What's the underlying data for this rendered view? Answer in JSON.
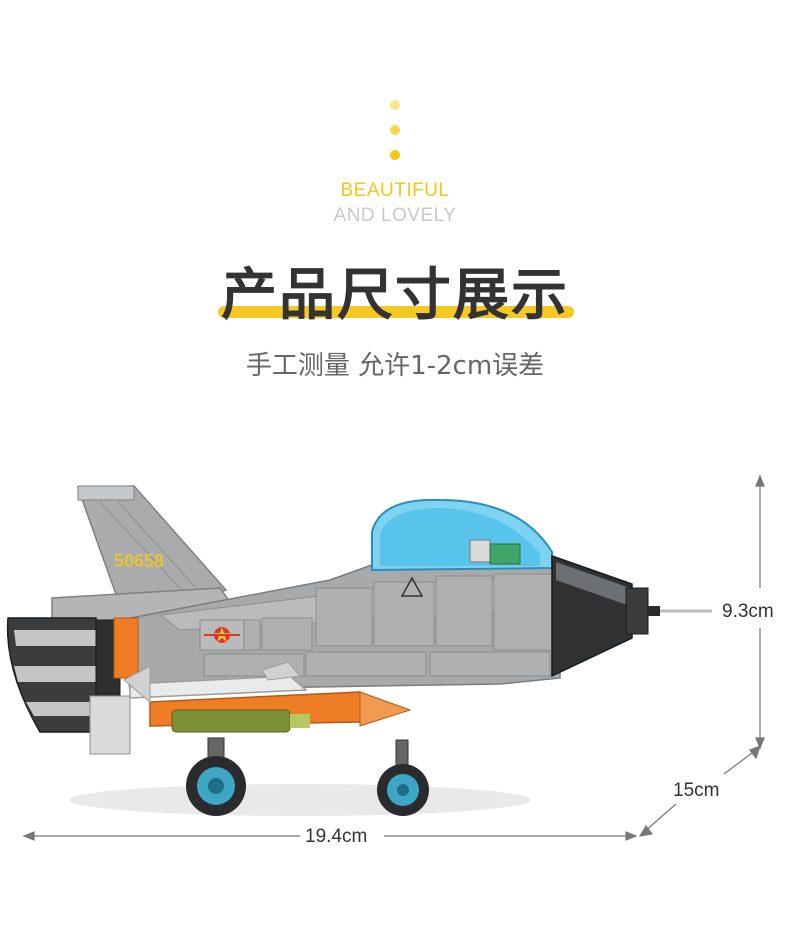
{
  "header": {
    "tagline_line1": "BEAUTIFUL",
    "tagline_line2": "AND LOVELY",
    "title": "产品尺寸展示",
    "subtitle": "手工测量 允许1-2cm误差"
  },
  "product": {
    "tail_number": "50658"
  },
  "dimensions": {
    "length": "19.4cm",
    "height": "9.3cm",
    "depth": "15cm"
  },
  "colors": {
    "accent": "#f5c518",
    "text_dark": "#333333",
    "text_muted": "#666666",
    "body_gray": "#a7a9ab",
    "canopy_blue": "#38b8e8",
    "orange": "#ef7d25"
  }
}
